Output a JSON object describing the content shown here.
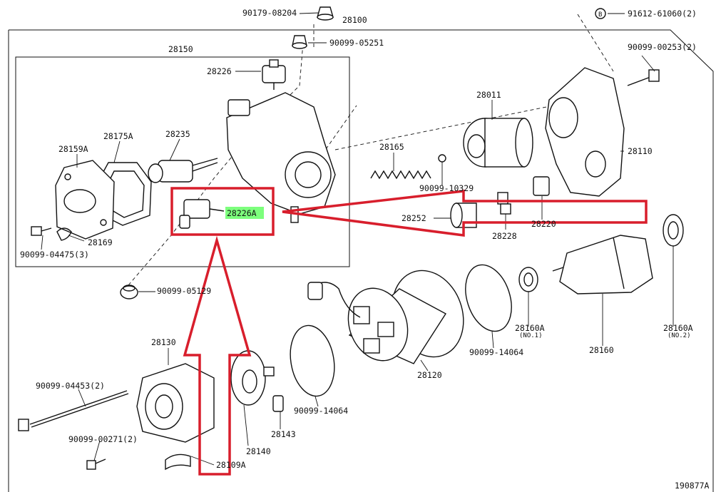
{
  "diagram": {
    "part_labels": {
      "p90179_08204": "90179-08204",
      "p28100": "28100",
      "p91612_61060": "91612-61060(2)",
      "p_b_marker": "B",
      "p90099_05251": "90099-05251",
      "p28150": "28150",
      "p90099_00253": "90099-00253(2)",
      "p28226": "28226",
      "p28011": "28011",
      "p28175A": "28175A",
      "p28235": "28235",
      "p28159A": "28159A",
      "p28165": "28165",
      "p28110": "28110",
      "p90099_10329": "90099-10329",
      "p28226A": "28226A",
      "p28252": "28252",
      "p28220": "28220",
      "p28228": "28228",
      "p28169": "28169",
      "p90099_04475": "90099-04475(3)",
      "p90099_05129": "90099-05129",
      "p28130": "28130",
      "p28160A_1": "28160A",
      "p28160A_1_sub": "(NO.1)",
      "p28160A_2": "28160A",
      "p28160A_2_sub": "(NO.2)",
      "p90099_14064_a": "90099-14064",
      "p28160": "28160",
      "p28120": "28120",
      "p90099_04453": "90099-04453(2)",
      "p90099_14064_b": "90099-14064",
      "p28143": "28143",
      "p90099_00271": "90099-00271(2)",
      "p28140": "28140",
      "p28109A": "28109A",
      "figure_code": "190877A"
    },
    "highlight_color": "#7dff7d",
    "annotation_color": "#d81e2c",
    "highlighted_part": "28226A"
  }
}
